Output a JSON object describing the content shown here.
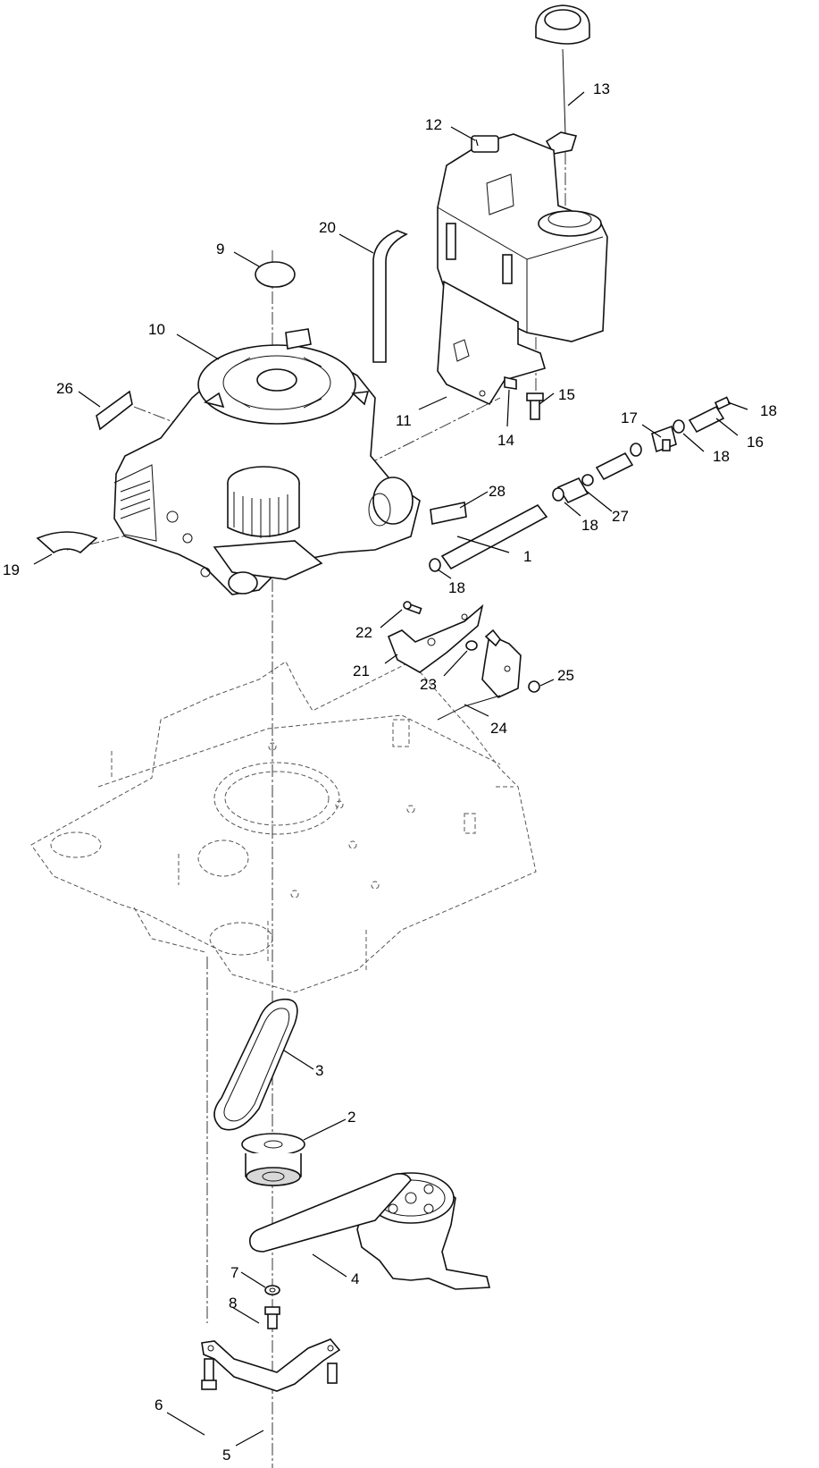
{
  "callouts": {
    "c1": "1",
    "c2": "2",
    "c3": "3",
    "c4": "4",
    "c5": "5",
    "c6": "6",
    "c7": "7",
    "c8": "8",
    "c9": "9",
    "c10": "10",
    "c11": "11",
    "c12": "12",
    "c13": "13",
    "c14": "14",
    "c15": "15",
    "c16": "16",
    "c17": "17",
    "c18a": "18",
    "c18b": "18",
    "c18c": "18",
    "c18d": "18",
    "c19": "19",
    "c20": "20",
    "c21": "21",
    "c22": "22",
    "c23": "23",
    "c24": "24",
    "c25": "25",
    "c26": "26",
    "c27": "27",
    "c28": "28"
  }
}
